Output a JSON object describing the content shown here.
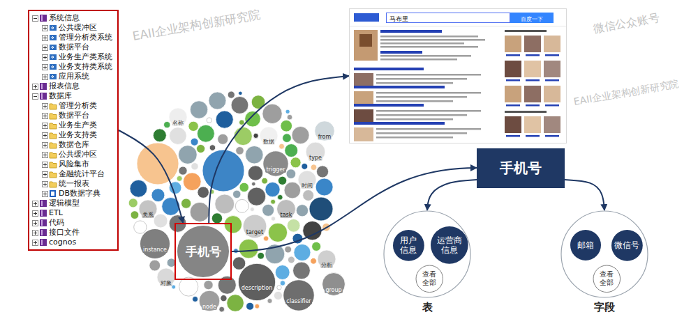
{
  "diagram": {
    "nodes": [
      {
        "text": [
          "系统信息",
          "公共缓冲区",
          "管理分析类系统",
          "数据平台",
          "业务生产类系统",
          "业务支持类系统",
          "应用系统",
          "报表信息",
          "数据库",
          "管理分析类",
          "数据平台",
          "业务生产类",
          "业务支持类",
          "数据仓库",
          "公共缓冲区",
          "风险集市",
          "金融统计平台",
          "统一报表",
          "DB数据字典",
          "逻辑模型",
          "ETL",
          "代码",
          "接口文件",
          "cognos"
        ]
      },
      {
        "text": [
          "马布里",
          "百度一下"
        ]
      },
      {
        "text": [
          "手机号"
        ]
      },
      {
        "text": [
          "手机号"
        ]
      },
      {
        "text": [
          "表"
        ]
      },
      {
        "text": [
          "用户信息"
        ],
        "in": 4
      },
      {
        "text": [
          "运营商信息"
        ],
        "in": 4
      },
      {
        "text": [
          "查看全部"
        ],
        "in": 4
      },
      {
        "text": [
          "字段"
        ]
      },
      {
        "text": [
          "邮箱"
        ],
        "in": 8
      },
      {
        "text": [
          "微信号"
        ],
        "in": 8
      },
      {
        "text": [
          "查看全部"
        ],
        "in": 8
      }
    ],
    "edges": [
      {
        "from": 0,
        "to": 2,
        "arrow": "to"
      },
      {
        "from": 2,
        "to": 1,
        "arrow": "to"
      },
      {
        "from": 2,
        "to": 3,
        "arrow": "to"
      },
      {
        "from": 3,
        "to": 4,
        "arrow": "to"
      },
      {
        "from": 3,
        "to": 8,
        "arrow": "to"
      }
    ],
    "labels": [
      "instance",
      "description",
      "classifier",
      "node",
      "名称",
      "关系",
      "对象",
      "时间",
      "分析",
      "数据",
      "type",
      "task",
      "target",
      "group",
      "trigger",
      "from",
      "EAII企业架构创新研究院",
      "微信公众账号",
      "EAII企业架构创新研究院"
    ]
  }
}
